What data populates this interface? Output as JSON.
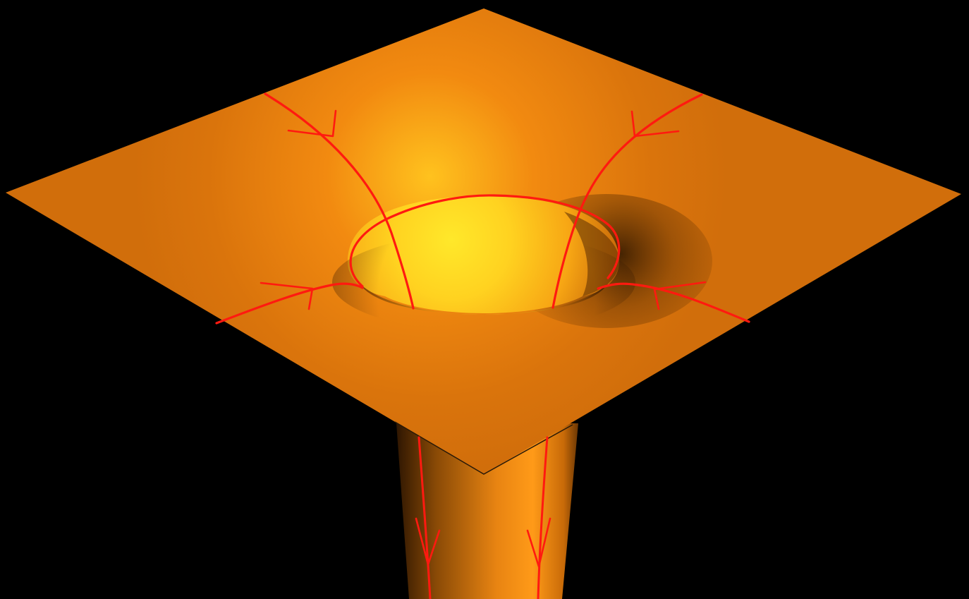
{
  "scene": {
    "subject": "funnel-surface",
    "colors": {
      "background": "#000000",
      "surface_base": "#d4700c",
      "surface_highlight": "#ffe62a",
      "surface_mid": "#ff9a14",
      "surface_shadow": "#3a1d02",
      "curve": "#ff1a10",
      "edge": "#2a1a08"
    },
    "elements": {
      "plane": "square-sheet",
      "funnel": "tube",
      "curves": "flow-lines-with-arrows"
    }
  }
}
